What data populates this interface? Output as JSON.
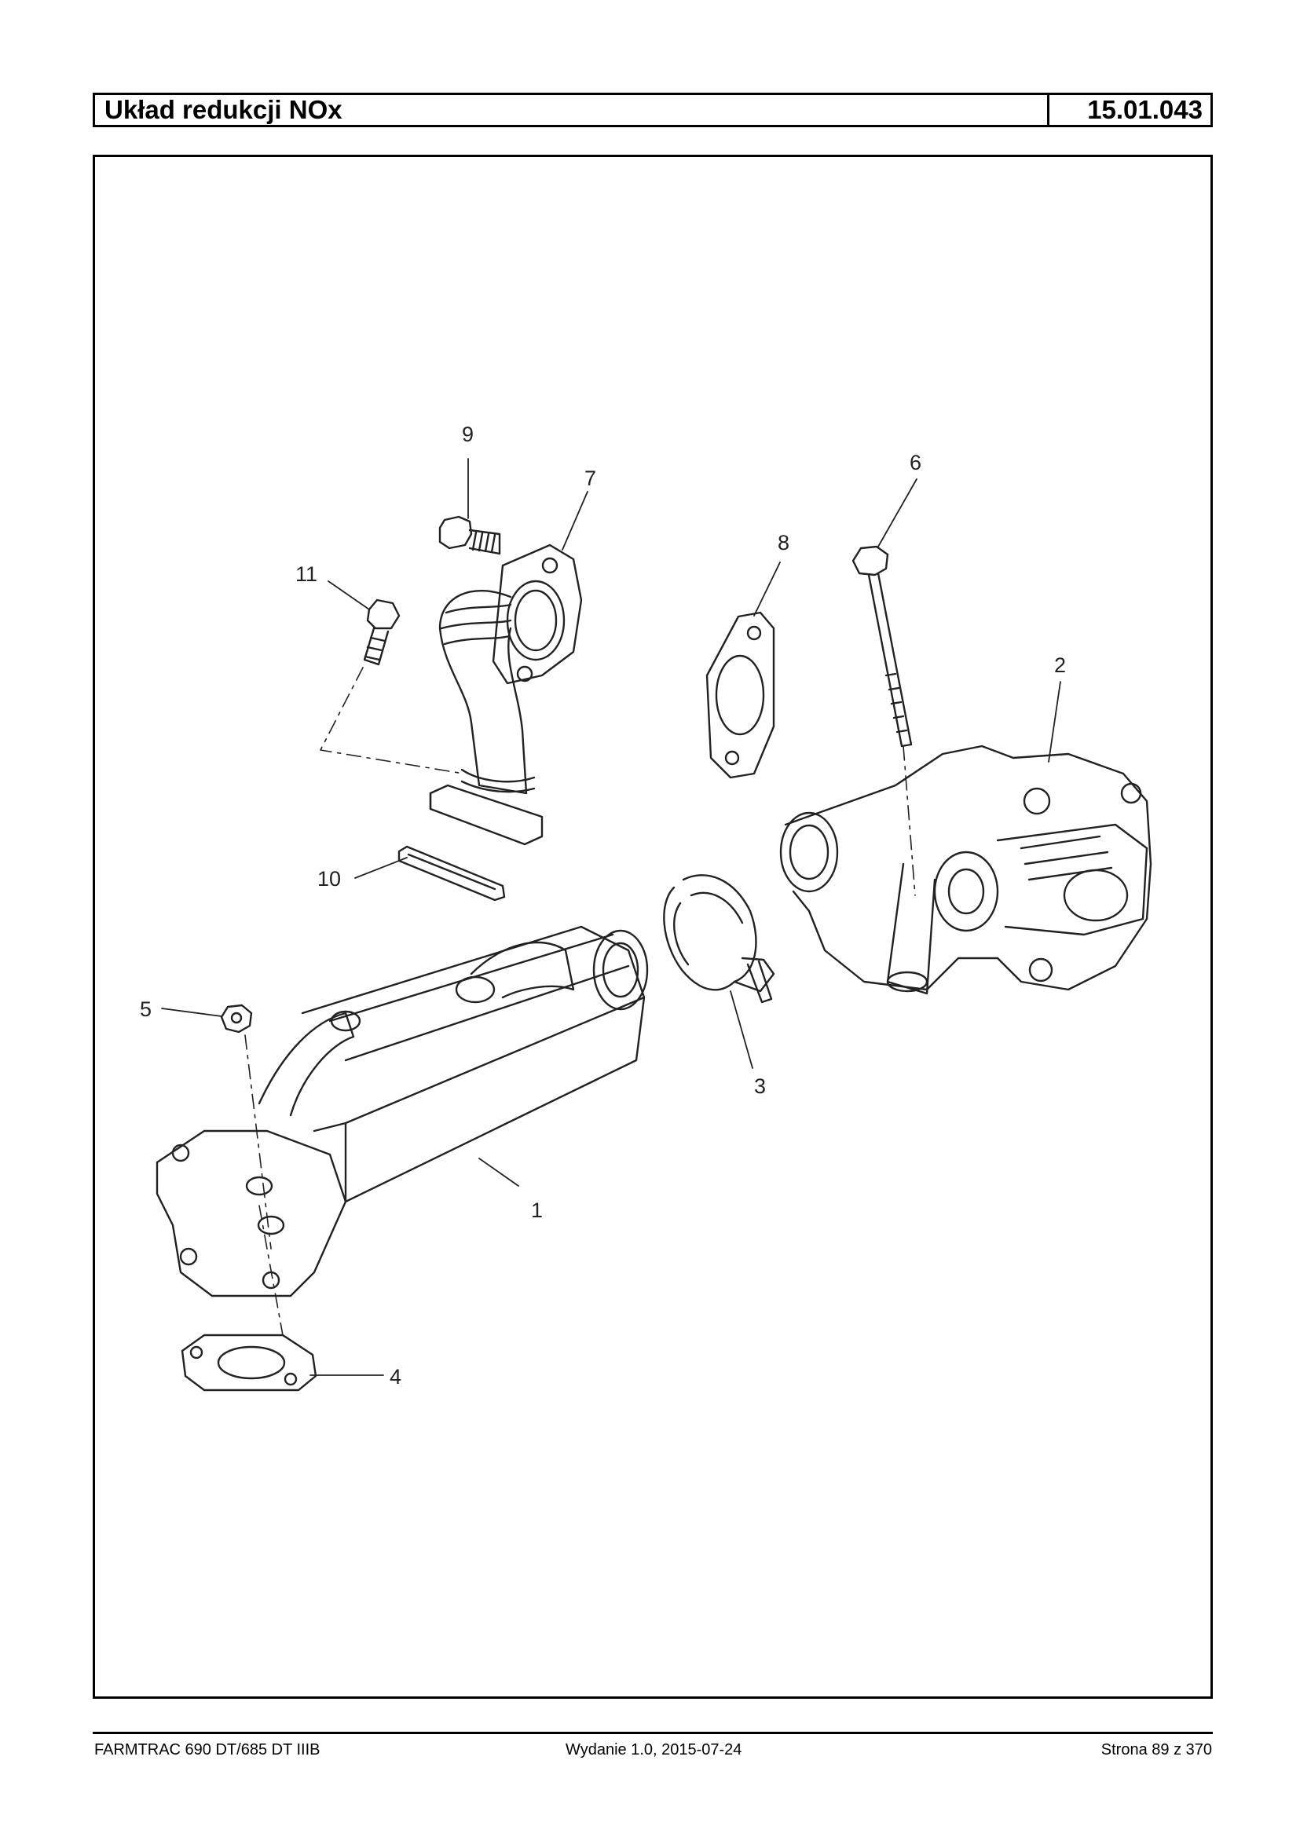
{
  "header": {
    "title": "Układ redukcji NOx",
    "code": "15.01.043"
  },
  "diagram": {
    "callouts": [
      {
        "id": "c1",
        "text": "1"
      },
      {
        "id": "c2",
        "text": "2"
      },
      {
        "id": "c3",
        "text": "3"
      },
      {
        "id": "c4",
        "text": "4"
      },
      {
        "id": "c5",
        "text": "5"
      },
      {
        "id": "c6",
        "text": "6"
      },
      {
        "id": "c7",
        "text": "7"
      },
      {
        "id": "c8",
        "text": "8"
      },
      {
        "id": "c9",
        "text": "9"
      },
      {
        "id": "c10",
        "text": "10"
      },
      {
        "id": "c11",
        "text": "11"
      }
    ]
  },
  "footer": {
    "left": "FARMTRAC 690 DT/685 DT IIIB",
    "center": "Wydanie 1.0,  2015-07-24",
    "right": "Strona 89 z 370"
  }
}
